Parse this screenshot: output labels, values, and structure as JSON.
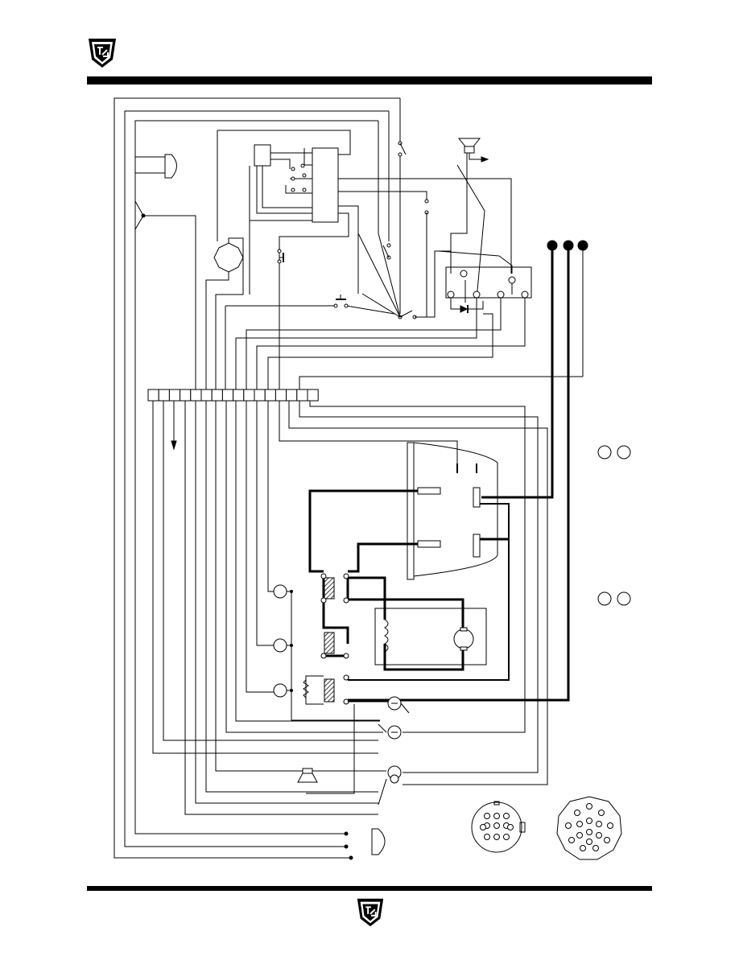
{
  "page": {
    "logo_icon": "shield-logo-icon",
    "footer_logo_icon": "shield-logo-icon",
    "colors": {
      "line": "#000000",
      "background": "#ffffff"
    }
  },
  "diagram": {
    "type": "wiring-schematic",
    "terminal_strip_positions": 16,
    "battery_posts": 3,
    "connectors": [
      "round-12-pin-connector",
      "round-16-pin-connector"
    ],
    "icons": [
      "horn-icon",
      "buzzer-icon",
      "motor-icon",
      "field-coil-icon",
      "diode-icon",
      "resistor-icon",
      "push-button-icon",
      "key-switch-icon",
      "fuse-icon",
      "lamp-icon"
    ]
  }
}
